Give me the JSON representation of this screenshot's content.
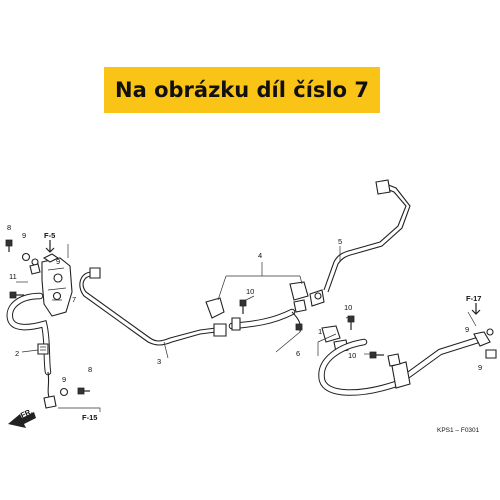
{
  "banner": {
    "text": "Na obrázku díl číslo 7",
    "color": "#f9c416"
  },
  "diagram": {
    "callouts": [
      "8",
      "9",
      "9",
      "7",
      "11",
      "2",
      "8",
      "9",
      "3",
      "4",
      "10",
      "5",
      "10",
      "1",
      "6",
      "10",
      "9",
      "9"
    ],
    "refs": [
      "F-5",
      "F-15",
      "F-17"
    ],
    "direction": "FR.",
    "code": "KPS1 – F0301"
  }
}
